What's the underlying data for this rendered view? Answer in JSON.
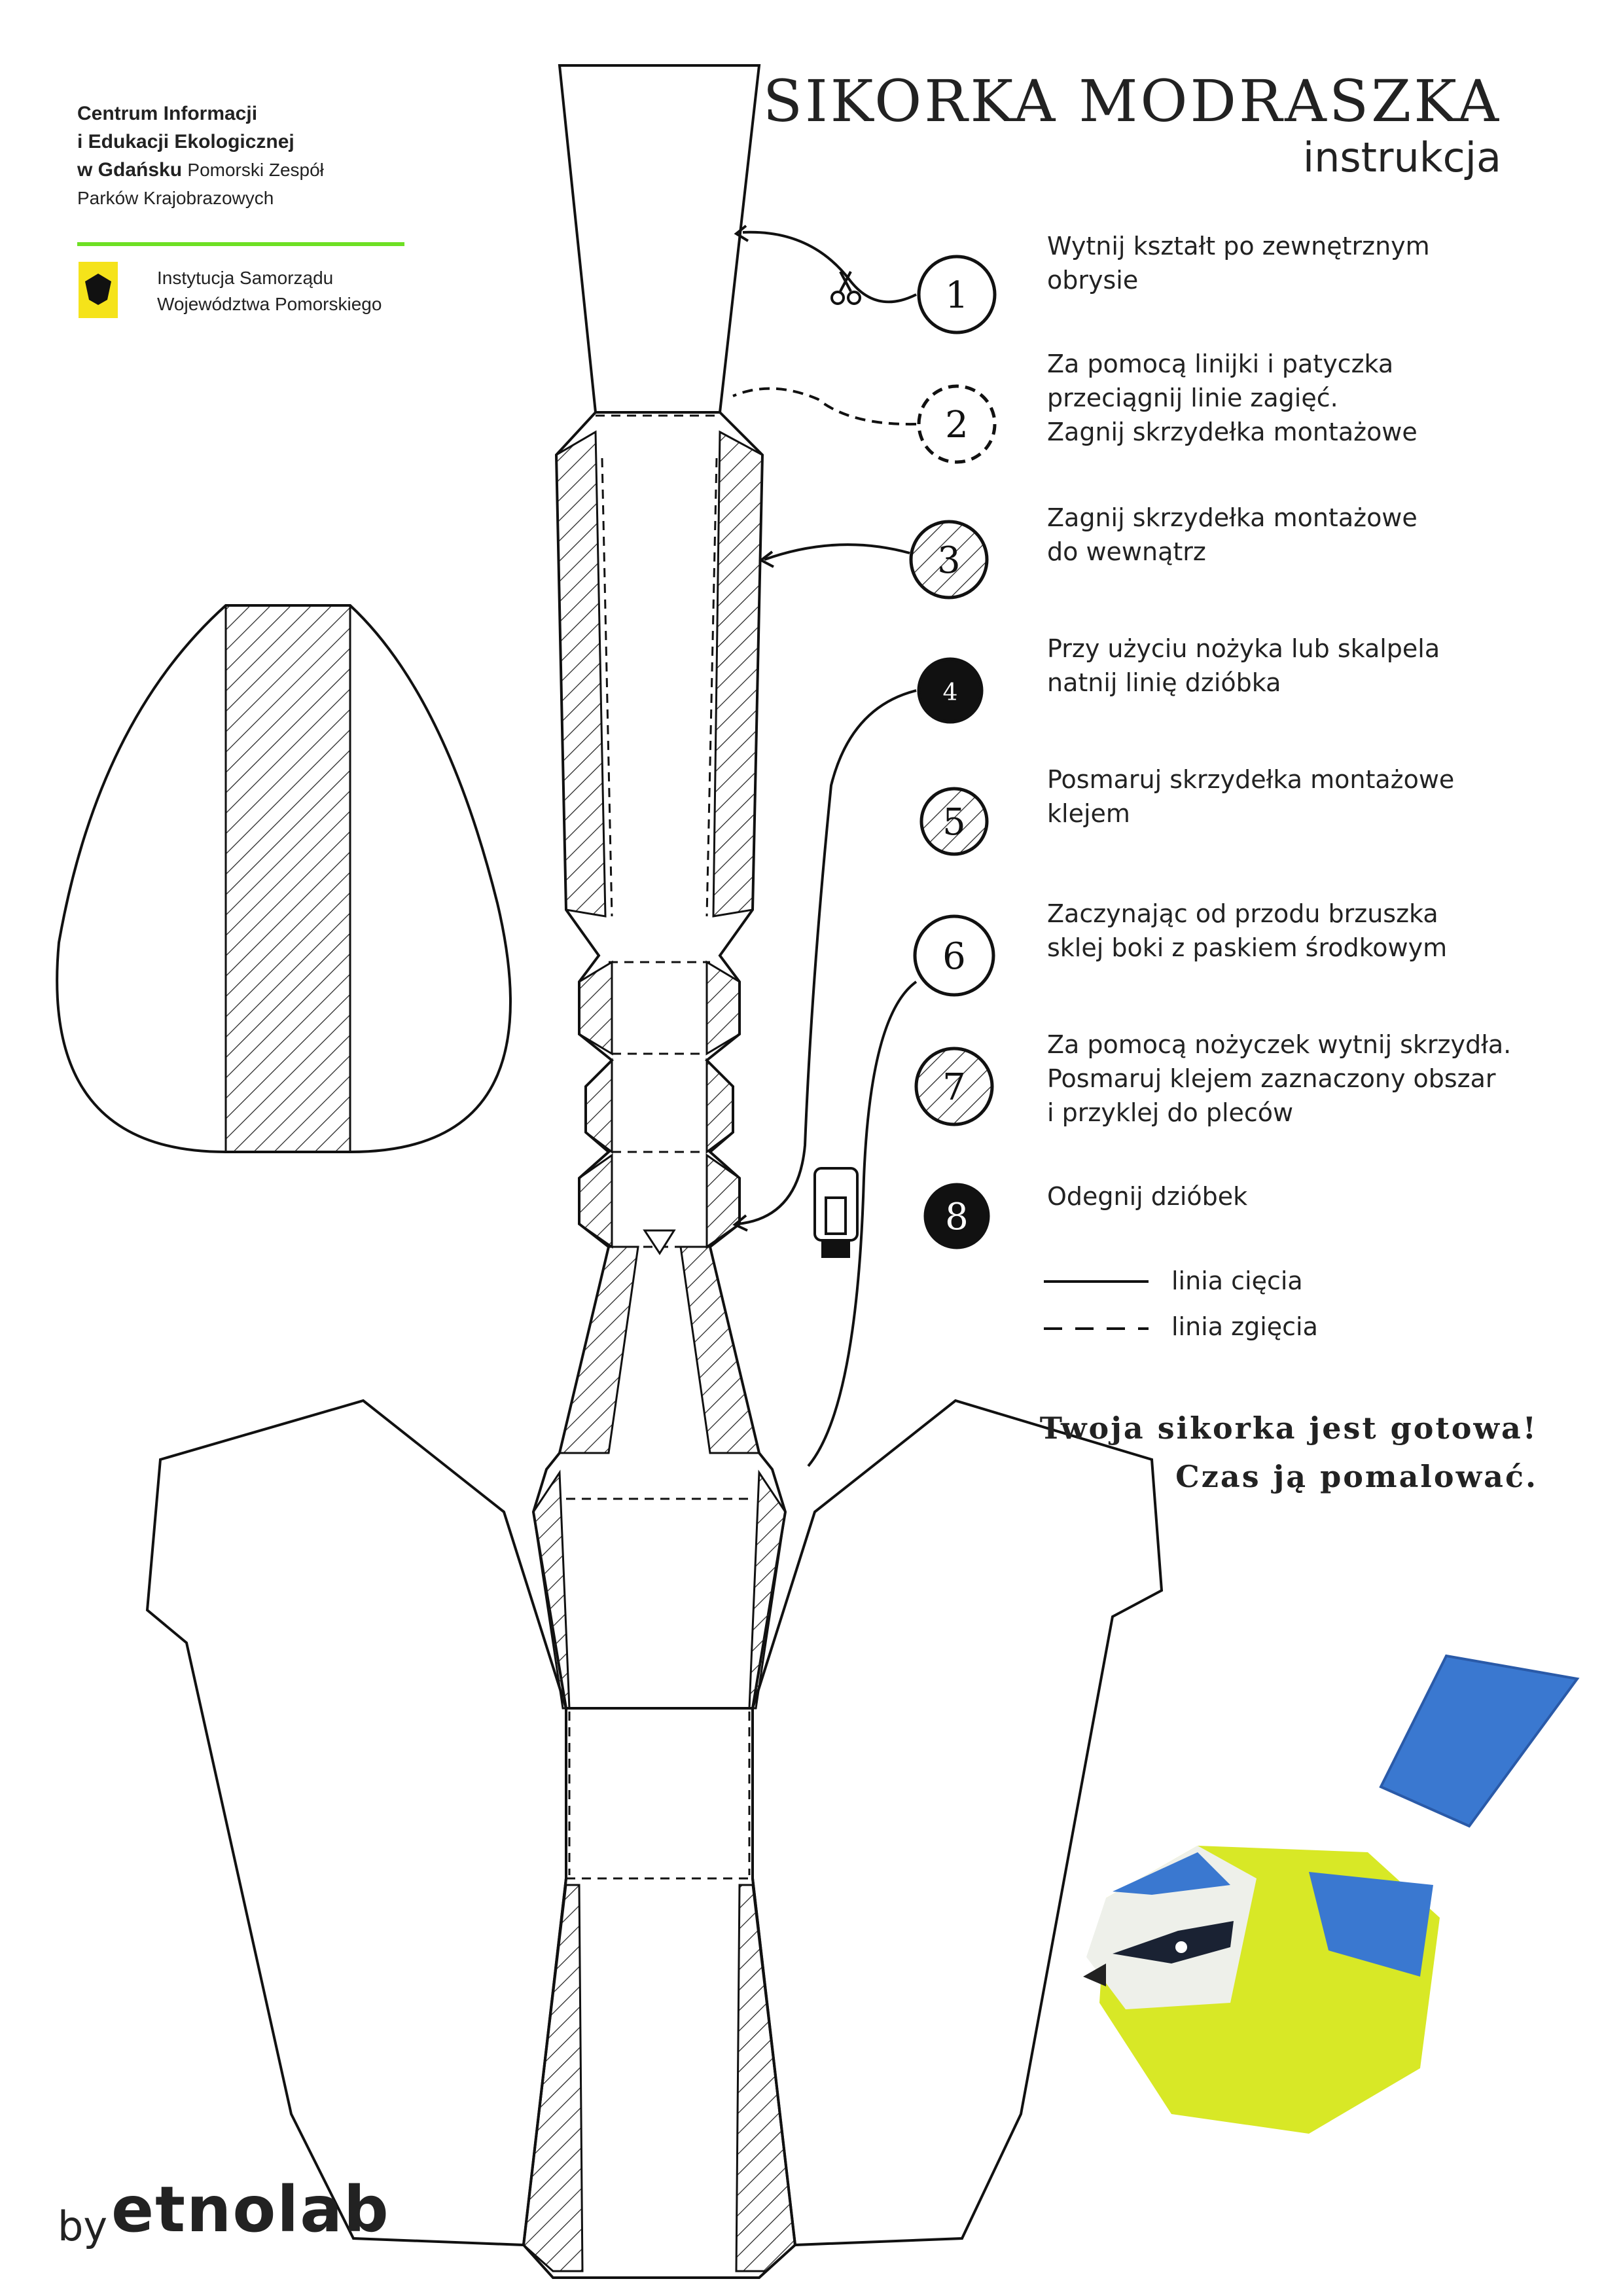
{
  "header": {
    "org_line1": "Centrum Informacji",
    "org_line2": "i Edukacji Ekologicznej",
    "org_line3_bold": "w Gdańsku",
    "org_line3_rest": "Pomorski Zespół",
    "org_line4": "Parków Krajobrazowych",
    "inst_line1": "Instytucja Samorządu",
    "inst_line2": "Województwa Pomorskiego"
  },
  "title": {
    "main": "SIKORKA MODRASZKA",
    "sub": "instrukcja"
  },
  "steps": [
    {
      "num": "1",
      "text": "Wytnij kształt po zewnętrznym\nobrysie"
    },
    {
      "num": "2",
      "text": "Za pomocą linijki i patyczka\nprzeciągnij linie zagięć.\nZagnij skrzydełka montażowe"
    },
    {
      "num": "3",
      "text": "Zagnij skrzydełka montażowe\ndo wewnątrz"
    },
    {
      "num": "4",
      "text": "Przy użyciu nożyka lub skalpela\nnatnij linię dzióbka"
    },
    {
      "num": "5",
      "text": "Posmaruj skrzydełka montażowe\nklejem"
    },
    {
      "num": "6",
      "text": "Zaczynając od przodu brzuszka\nsklej boki z paskiem środkowym"
    },
    {
      "num": "7",
      "text": "Za pomocą nożyczek wytnij skrzydła.\nPosmaruj klejem zaznaczony obszar\ni przyklej do pleców"
    },
    {
      "num": "8",
      "text": "Odegnij dzióbek"
    }
  ],
  "legend": {
    "cut": "linia cięcia",
    "fold": "linia zgięcia"
  },
  "closing": {
    "line1": "Twoja sikorka jest gotowa!",
    "line2": "Czas ją pomalować."
  },
  "footer": {
    "by": "by",
    "brand": "etnolab"
  },
  "colors": {
    "accent_green": "#6ee024",
    "crest_yellow": "#f5e31a",
    "bird_blue": "#3a78d0",
    "bird_yellow": "#d8e826"
  }
}
